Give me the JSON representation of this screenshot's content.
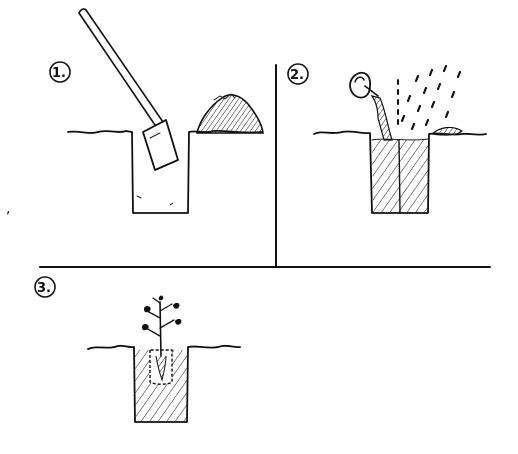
{
  "steps": [
    {
      "number": "1.",
      "icon": "shovel-digging-hole-icon"
    },
    {
      "number": "2.",
      "icon": "watering-can-and-rain-icon"
    },
    {
      "number": "3.",
      "icon": "seedling-planted-icon"
    }
  ],
  "stray_mark": ","
}
